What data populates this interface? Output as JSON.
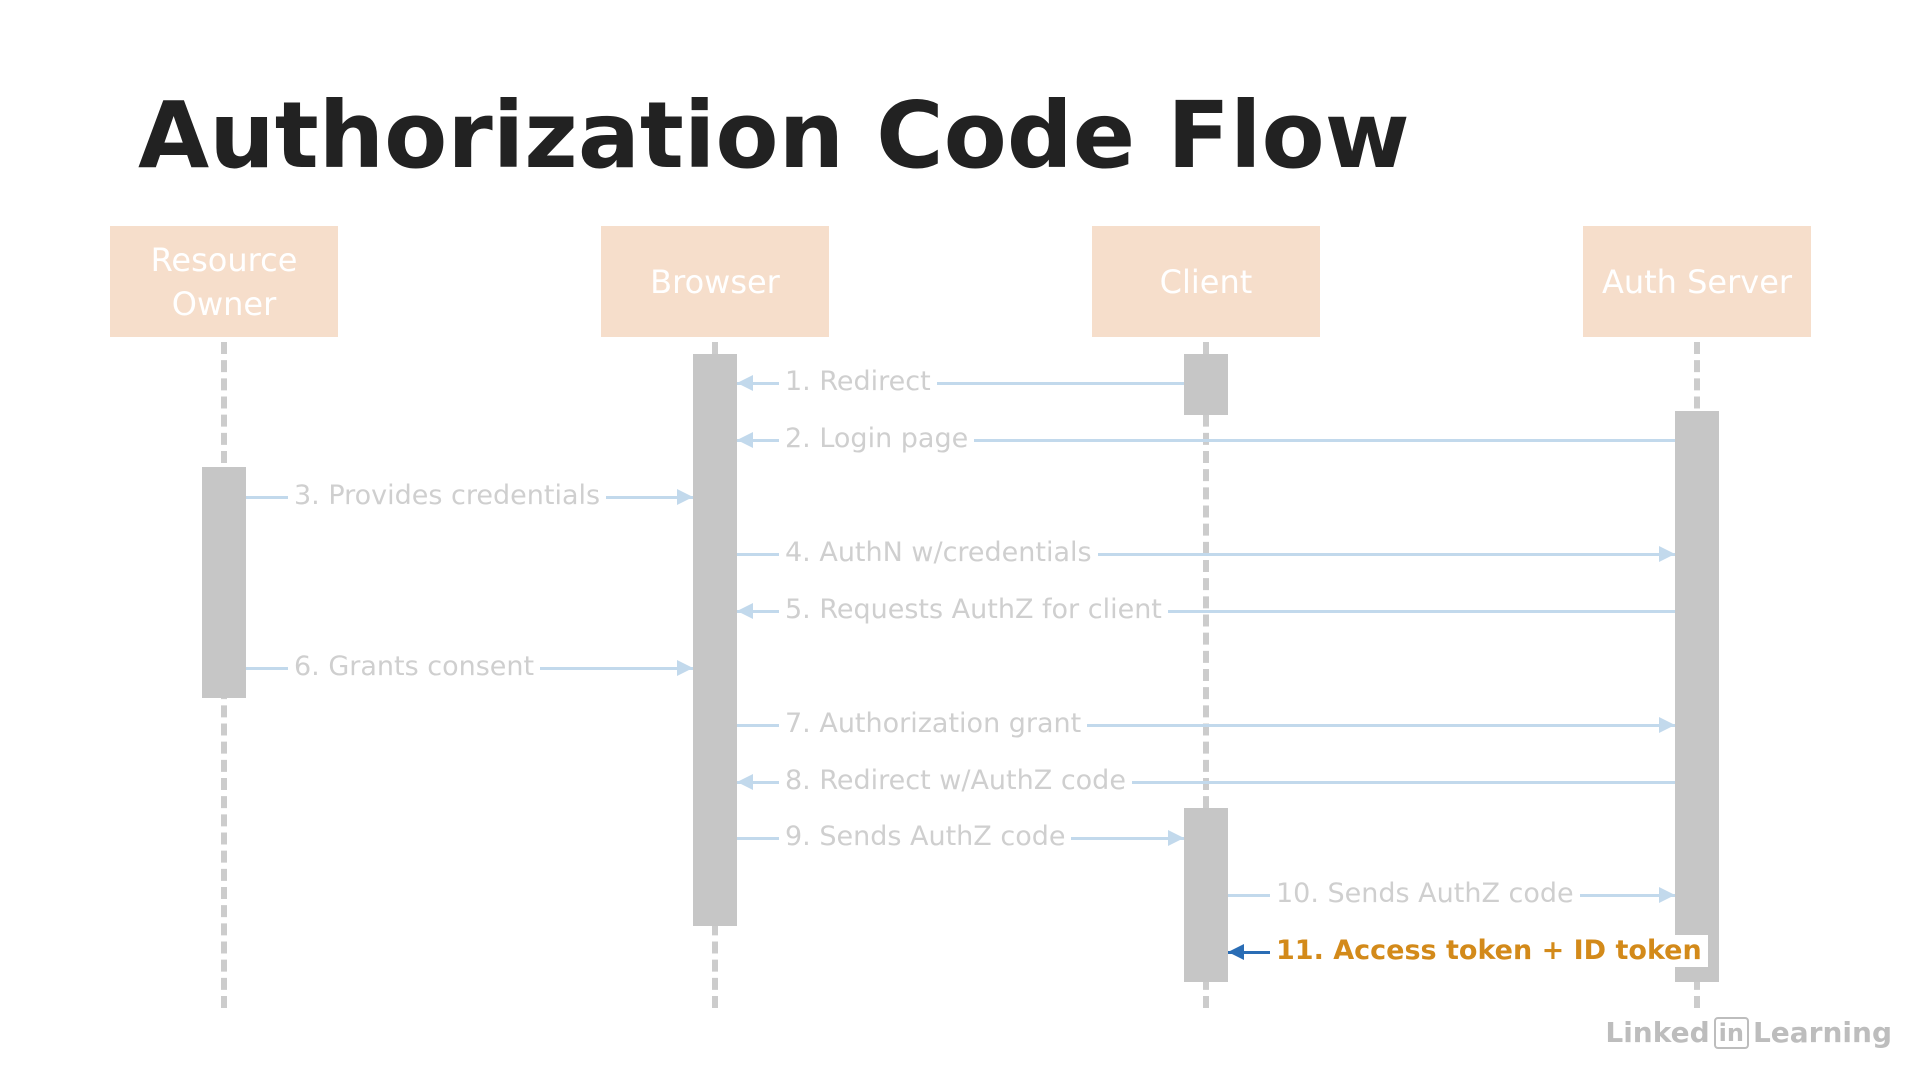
{
  "title": "Authorization Code Flow",
  "participants": [
    {
      "id": "resource-owner",
      "label": "Resource\nOwner"
    },
    {
      "id": "browser",
      "label": "Browser"
    },
    {
      "id": "client",
      "label": "Client"
    },
    {
      "id": "auth-server",
      "label": "Auth Server"
    }
  ],
  "messages": [
    {
      "label": "1. Redirect",
      "from": "client",
      "to": "browser"
    },
    {
      "label": "2. Login page",
      "from": "auth-server",
      "to": "browser"
    },
    {
      "label": "3. Provides credentials",
      "from": "resource-owner",
      "to": "browser"
    },
    {
      "label": "4. AuthN w/credentials",
      "from": "browser",
      "to": "auth-server"
    },
    {
      "label": "5. Requests AuthZ for client",
      "from": "auth-server",
      "to": "browser"
    },
    {
      "label": "6. Grants consent",
      "from": "resource-owner",
      "to": "browser"
    },
    {
      "label": "7.  Authorization grant",
      "from": "browser",
      "to": "auth-server"
    },
    {
      "label": "8.  Redirect w/AuthZ code",
      "from": "auth-server",
      "to": "browser"
    },
    {
      "label": "9.  Sends AuthZ code",
      "from": "browser",
      "to": "client"
    },
    {
      "label": "10.  Sends AuthZ code",
      "from": "client",
      "to": "auth-server"
    },
    {
      "label": "11.  Access token + ID token",
      "from": "auth-server",
      "to": "client",
      "highlight": true
    }
  ],
  "colors": {
    "participant_fill": "#f6decb",
    "message_line": "#c2d9ec",
    "highlight_text": "#d38a1a",
    "highlight_arrow": "#2a6db5"
  },
  "watermark": {
    "pre": "Linked",
    "badge": "in",
    "post": "Learning"
  }
}
